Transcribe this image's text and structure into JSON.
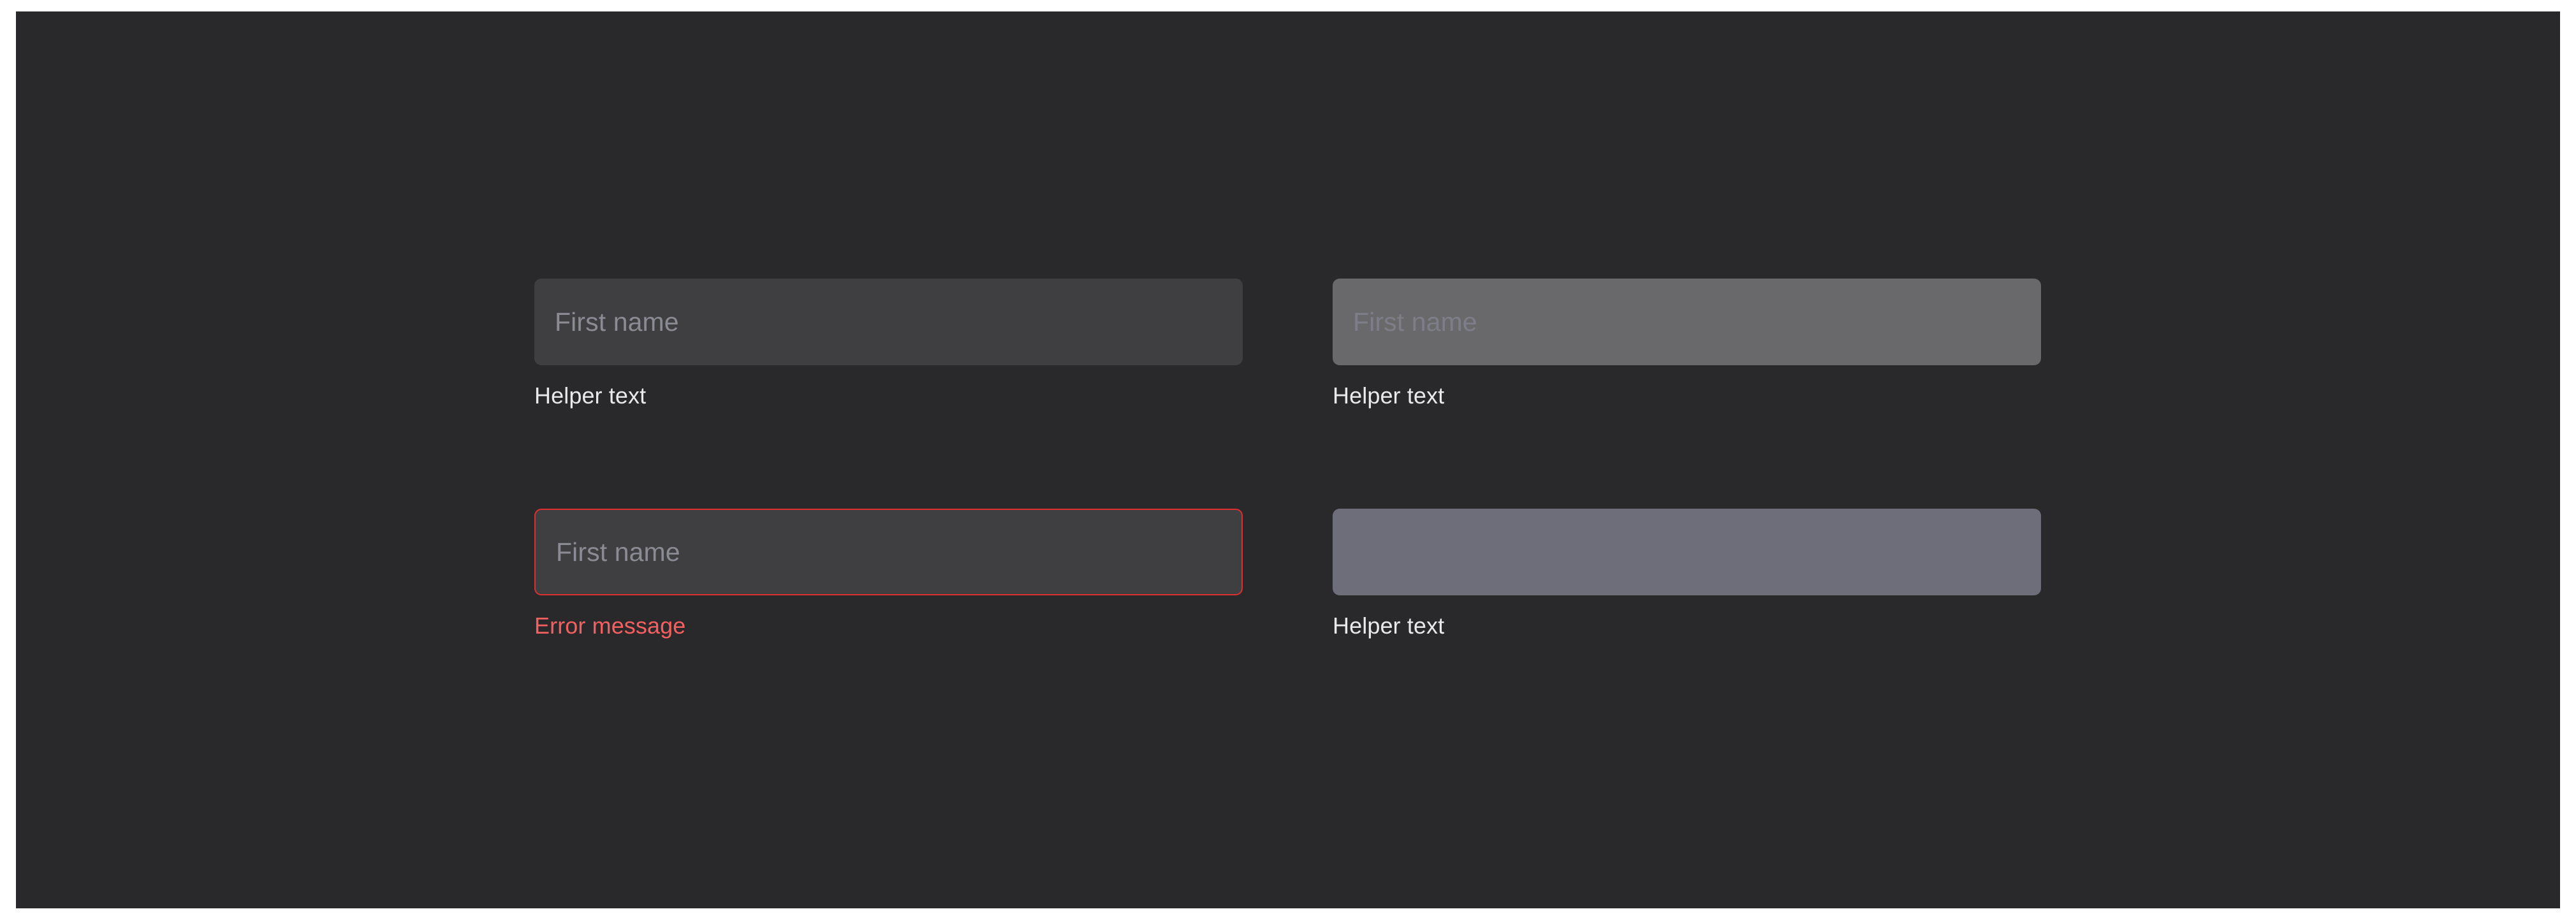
{
  "canvas": {
    "background_color": "#29292B",
    "page_background_color": "#FFFFFF"
  },
  "theme": {
    "field_default_bg": "#3F3F41",
    "field_filled_bg": "#69696B",
    "field_disabled_bg": "#6E6E7A",
    "error_border_color": "#DE2F2F",
    "error_text_color": "#F4605F",
    "helper_text_color": "#E9E9EA",
    "placeholder_color": "#8B8B93",
    "placeholder_muted_color": "#7E7E89"
  },
  "fields": [
    {
      "id": "first-name-default",
      "state": "default",
      "placeholder": "First name",
      "value": "",
      "caption": "Helper text",
      "caption_kind": "helper"
    },
    {
      "id": "first-name-filled",
      "state": "filled",
      "placeholder": "First name",
      "value": "",
      "caption": "Helper text",
      "caption_kind": "helper"
    },
    {
      "id": "first-name-error",
      "state": "error",
      "placeholder": "First name",
      "value": "",
      "caption": "Error message",
      "caption_kind": "error"
    },
    {
      "id": "first-name-disabled",
      "state": "disabled",
      "placeholder": "",
      "value": "",
      "caption": "Helper text",
      "caption_kind": "helper"
    }
  ]
}
